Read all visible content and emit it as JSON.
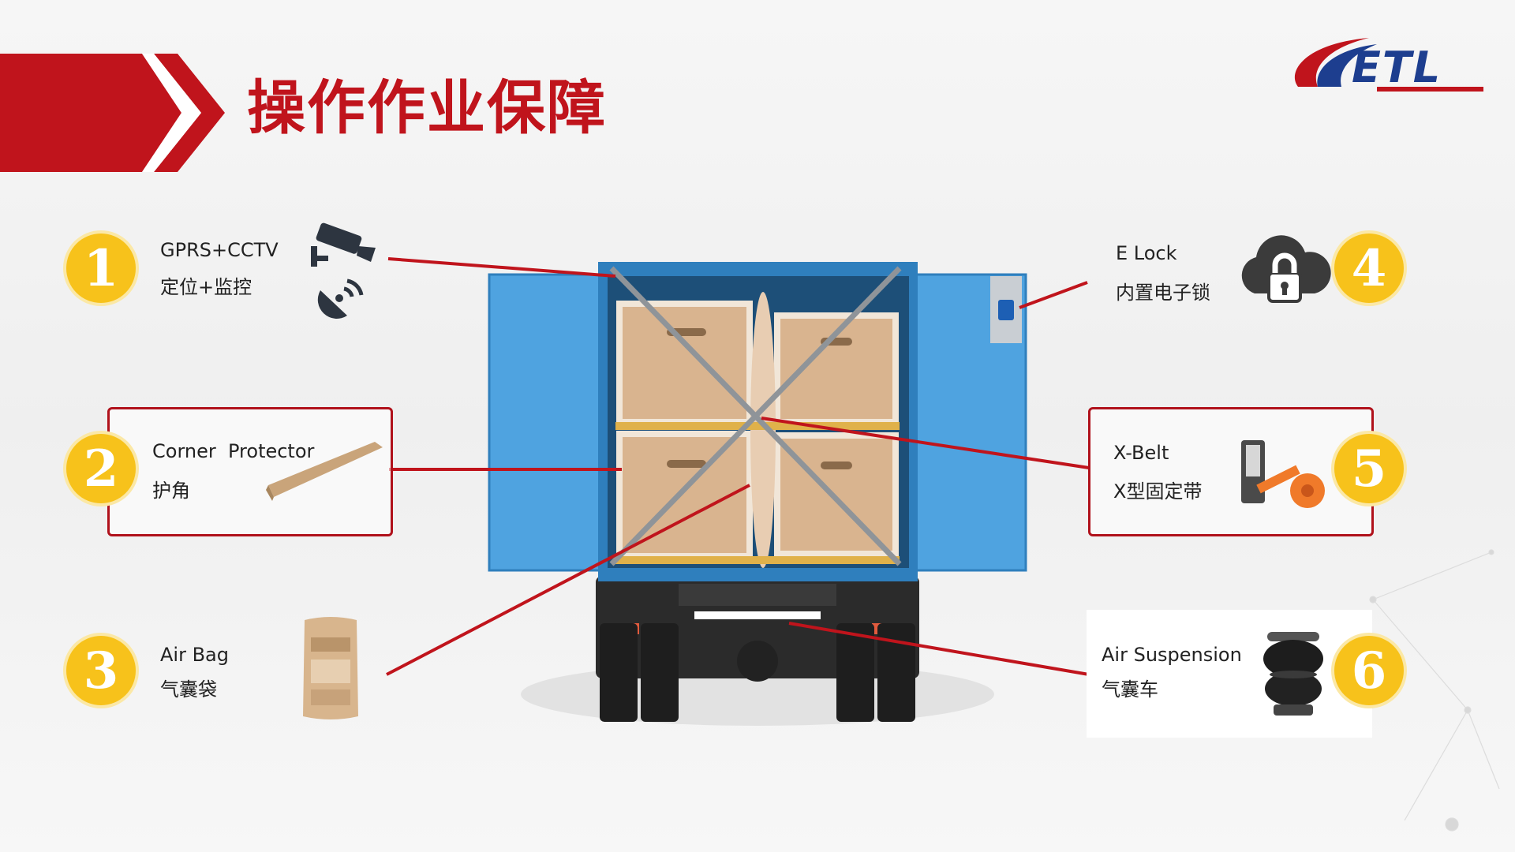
{
  "title": "操作作业保障",
  "logo": {
    "text": "ETL"
  },
  "colors": {
    "accent": "#c0141c",
    "badge": "#f7c21b",
    "truck_blue": "#4a9fdd"
  },
  "features": [
    {
      "number": "1",
      "en": "GPRS+CCTV",
      "cn": "定位+监控",
      "icon": "cctv-camera-and-satellite-icon"
    },
    {
      "number": "2",
      "en": "Corner  Protector",
      "cn": "护角",
      "icon": "corner-protector-icon"
    },
    {
      "number": "3",
      "en": "Air Bag",
      "cn": "气囊袋",
      "icon": "air-bag-icon"
    },
    {
      "number": "4",
      "en": "E Lock",
      "cn": "内置电子锁",
      "icon": "cloud-lock-icon"
    },
    {
      "number": "5",
      "en": "X-Belt",
      "cn": "X型固定带",
      "icon": "ratchet-strap-icon"
    },
    {
      "number": "6",
      "en": "Air Suspension",
      "cn": "气囊车",
      "icon": "air-spring-icon"
    }
  ]
}
